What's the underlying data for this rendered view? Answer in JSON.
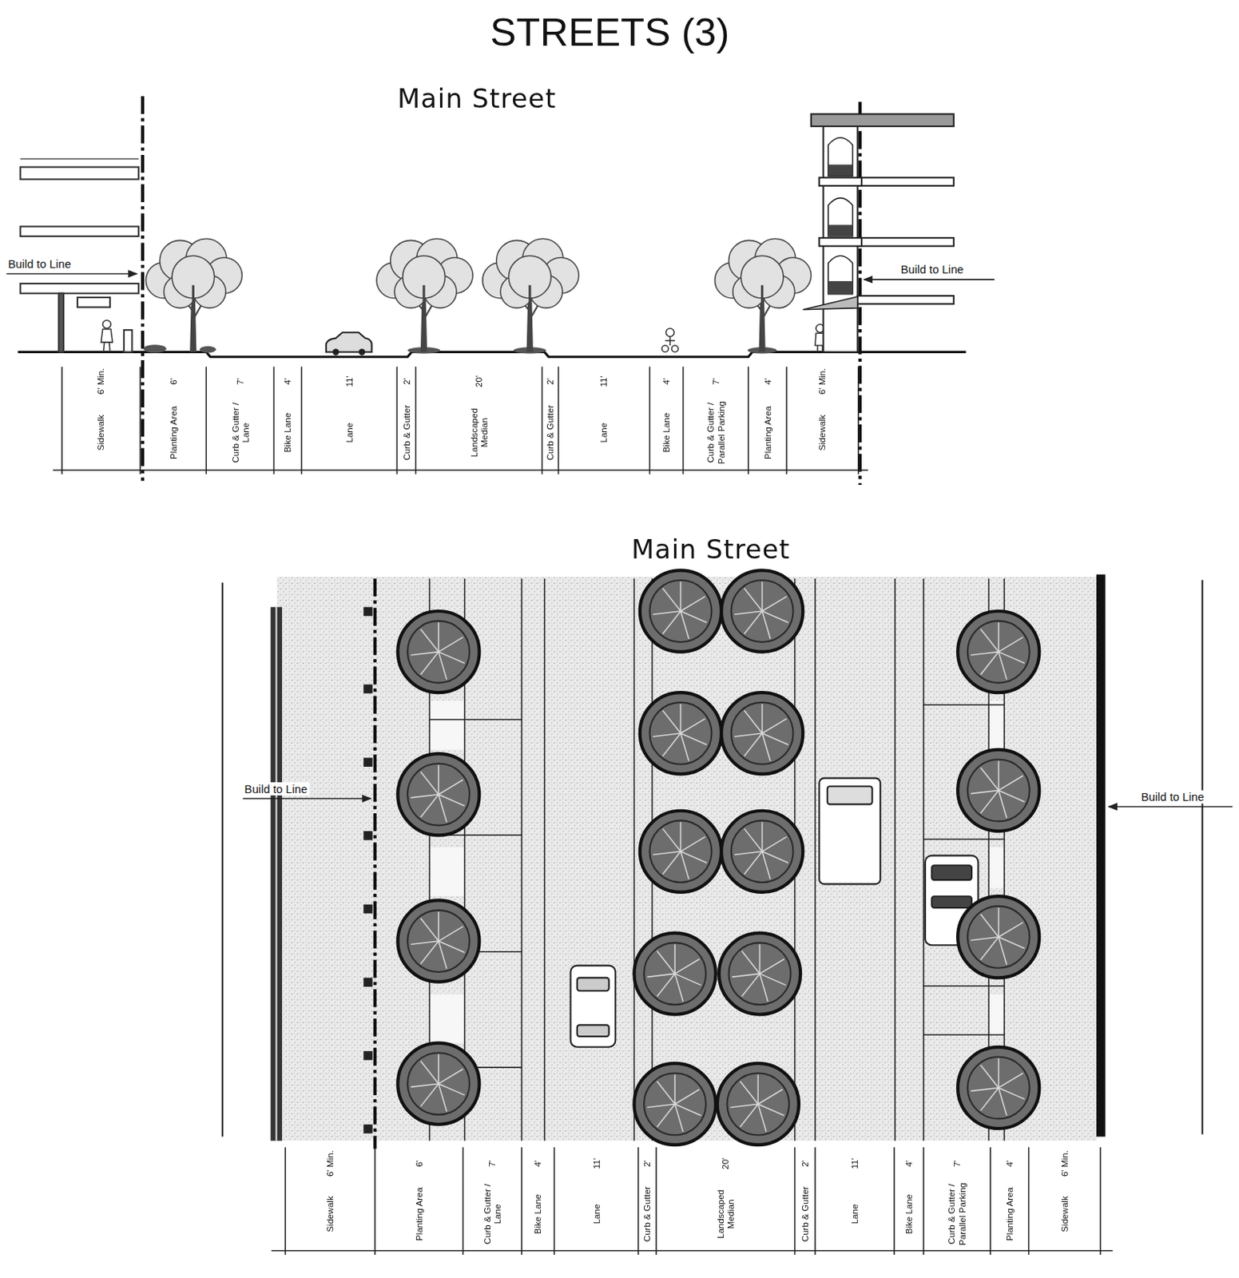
{
  "diagram": {
    "title": "STREETS (3)",
    "labels": [
      "Main Street",
      "Build to Line",
      "Build to Line",
      "6' Min.",
      "Sidewalk",
      "6'",
      "Planting Area",
      "7'",
      "Curb & Gutter / Lane",
      "4'",
      "Bike Lane",
      "11'",
      "Lane",
      "2'",
      "Curb & Gutter",
      "20'",
      "Landscaped Median",
      "2'",
      "Curb & Gutter",
      "11'",
      "Lane",
      "4'",
      "Bike Lane",
      "7'",
      "Curb & Gutter / Parallel Parking",
      "4'",
      "Planting Area",
      "6' Min.",
      "Sidewalk",
      "Main Street",
      "Build to Line",
      "Build to Line",
      "6' Min.",
      "Sidewalk",
      "6'",
      "Planting Area",
      "7'",
      "Curb & Gutter / Lane",
      "4'",
      "Bike Lane",
      "11'",
      "Lane",
      "2'",
      "Curb & Gutter",
      "20'",
      "Landscaped Median",
      "2'",
      "Curb & Gutter",
      "11'",
      "Lane",
      "4'",
      "Bike Lane",
      "7'",
      "Curb & Gutter / Parallel Parking",
      "4'",
      "Planting Area",
      "6' Min.",
      "Sidewalk"
    ]
  }
}
